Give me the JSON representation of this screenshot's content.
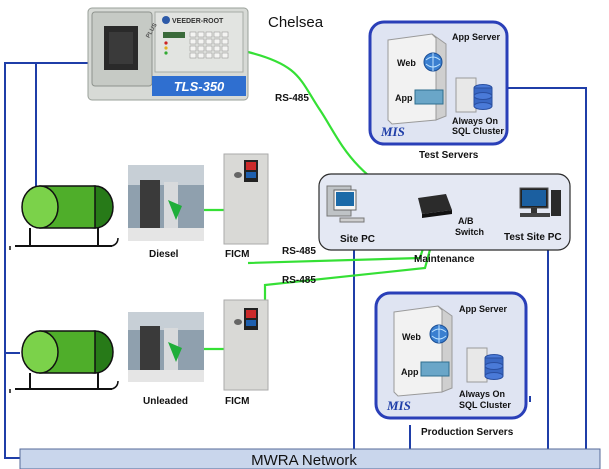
{
  "colors": {
    "network_link": "#1f3ea8",
    "serial_link": "#35e035",
    "tank": "#2f8f1f",
    "server_box_border": "#2a3fb8",
    "server_box_fill": "#dfe4f2",
    "maintenance_fill": "#e4e8f3",
    "network_bar": "#c9d6ec"
  },
  "console": {
    "title": "Chelsea",
    "brand": "VEEDER-ROOT",
    "model": "TLS-350",
    "badge": "PLUS"
  },
  "links": {
    "rs485_top": "RS-485",
    "rs485_mid": "RS-485",
    "rs485_low": "RS-485"
  },
  "test_servers": {
    "caption": "Test Servers",
    "mis": "MIS",
    "app_server": "App Server",
    "web": "Web",
    "app": "App",
    "sql_line1": "Always On",
    "sql_line2": "SQL Cluster"
  },
  "production_servers": {
    "caption": "Production Servers",
    "mis": "MIS",
    "app_server": "App Server",
    "web": "Web",
    "app": "App",
    "sql_line1": "Always On",
    "sql_line2": "SQL Cluster"
  },
  "maintenance": {
    "caption": "Maintenance",
    "site_pc": "Site PC",
    "switch_line1": "A/B",
    "switch_line2": "Switch",
    "test_site_pc": "Test Site PC"
  },
  "fuel": {
    "diesel": "Diesel",
    "unleaded": "Unleaded",
    "ficm_top": "FICM",
    "ficm_bottom": "FICM"
  },
  "network": {
    "label": "MWRA Network"
  }
}
